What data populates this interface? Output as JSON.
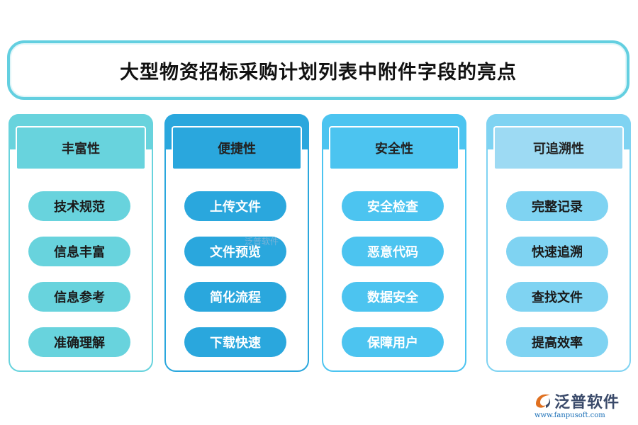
{
  "title": "大型物资招标采购计划列表中附件字段的亮点",
  "columns": [
    {
      "heading": "丰富性",
      "accent": "#68d3dd",
      "head_bg": "#68d3dd",
      "border": "#68d3dd",
      "pill_bg": "#68d3dd",
      "pill_fg": "#1a1a1a",
      "items": [
        "技术规范",
        "信息丰富",
        "信息参考",
        "准确理解"
      ]
    },
    {
      "heading": "便捷性",
      "accent": "#2aa7dd",
      "head_bg": "#2aa7dd",
      "border": "#2aa7dd",
      "pill_bg": "#2aa7dd",
      "pill_fg": "#ffffff",
      "items": [
        "上传文件",
        "文件预览",
        "简化流程",
        "下载快速"
      ]
    },
    {
      "heading": "安全性",
      "accent": "#4cc4f0",
      "head_bg": "#4cc4f0",
      "border": "#4cc4f0",
      "pill_bg": "#4cc4f0",
      "pill_fg": "#ffffff",
      "items": [
        "安全检查",
        "恶意代码",
        "数据安全",
        "保障用户"
      ]
    },
    {
      "heading": "可追溯性",
      "accent": "#7fd3f2",
      "head_bg": "#9ddaf3",
      "border": "#7fd3f2",
      "pill_bg": "#7fd3f2",
      "pill_fg": "#1a1a1a",
      "items": [
        "完整记录",
        "快速追溯",
        "查找文件",
        "提高效率"
      ]
    }
  ],
  "logo": {
    "name": "泛普软件",
    "url": "www.fanpusoft.com",
    "color": "#e07020"
  },
  "watermark": "泛普软件"
}
